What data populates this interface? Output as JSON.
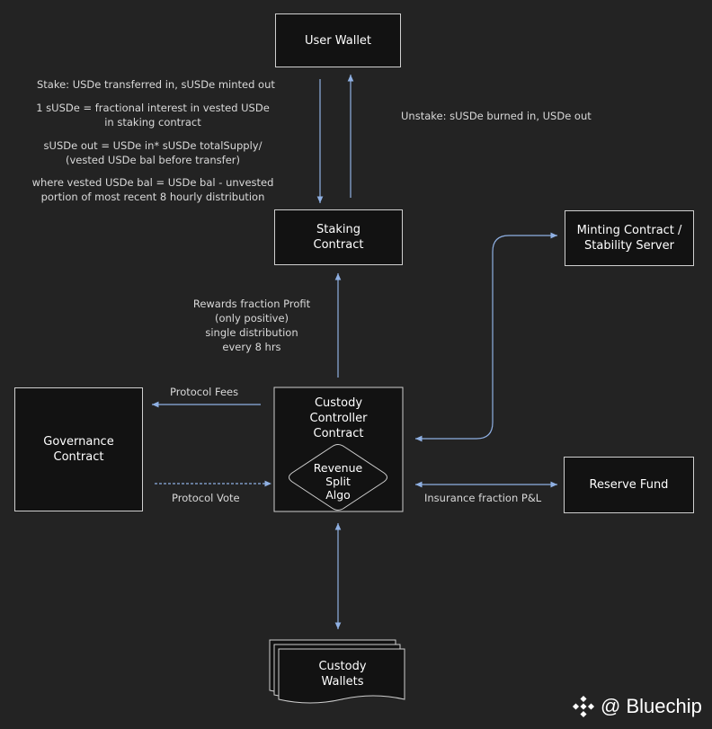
{
  "nodes": {
    "user_wallet": "User Wallet",
    "staking_contract": "Staking\nContract",
    "minting_contract": "Minting Contract /\nStability Server",
    "governance_contract": "Governance\nContract",
    "custody_controller": "Custody\nController\nContract",
    "revenue_split": "Revenue\nSplit\nAlgo",
    "reserve_fund": "Reserve Fund",
    "custody_wallets": "Custody\nWallets"
  },
  "labels": {
    "stake": "Stake: USDe transferred in, sUSDe minted out",
    "fractional": "1 sUSDe = fractional interest in vested USDe\nin staking contract",
    "susde_out": "sUSDe out = USDe in* sUSDe totalSupply/\n(vested USDe bal before transfer)",
    "vested": "where vested USDe bal = USDe bal - unvested\nportion of most recent 8 hourly distribution",
    "unstake": "Unstake: sUSDe burned in, USDe out",
    "rewards": "Rewards fraction Profit\n(only positive)\nsingle distribution\nevery 8 hrs",
    "protocol_fees": "Protocol Fees",
    "protocol_vote": "Protocol Vote",
    "insurance": "Insurance fraction P&L"
  },
  "brand": {
    "text": "@ Bluechip",
    "icon": "binance-diamond-icon"
  },
  "colors": {
    "background": "#232323",
    "box_fill": "#121212",
    "box_border": "#cfcfcf",
    "arrow": "#8fb0e3"
  }
}
